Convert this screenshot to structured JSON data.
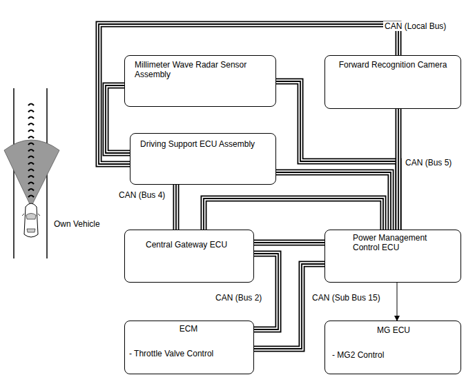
{
  "diagram": {
    "nodes": [
      {
        "text": [
          "Millimeter Wave Radar Sensor Assembly"
        ]
      },
      {
        "text": [
          "Forward Recognition Camera"
        ]
      },
      {
        "text": [
          "Driving Support ECU Assembly"
        ]
      },
      {
        "text": [
          "Central Gateway ECU"
        ]
      },
      {
        "text": [
          "Power Management Control ECU"
        ]
      },
      {
        "text": [
          "ECM",
          "- Throttle Valve Control"
        ]
      },
      {
        "text": [
          "MG ECU",
          "- MG2 Control"
        ]
      }
    ],
    "edges": [
      {
        "from": 2,
        "to": 0,
        "arrow": "none"
      },
      {
        "from": 2,
        "to": 1,
        "arrow": "none"
      },
      {
        "from": 0,
        "to": 4,
        "arrow": "none"
      },
      {
        "from": 1,
        "to": 4,
        "arrow": "none"
      },
      {
        "from": 2,
        "to": 4,
        "arrow": "none"
      },
      {
        "from": 3,
        "to": 4,
        "arrow": "none"
      },
      {
        "from": 2,
        "to": 3,
        "arrow": "none"
      },
      {
        "from": 3,
        "to": 4,
        "arrow": "none"
      },
      {
        "from": 3,
        "to": 5,
        "arrow": "none"
      },
      {
        "from": 4,
        "to": 5,
        "arrow": "none"
      },
      {
        "from": 4,
        "to": 6,
        "arrow": "to"
      }
    ],
    "labels": [
      "CAN (Local Bus)",
      "CAN (Bus 5)",
      "CAN (Bus 4)",
      "CAN (Bus 2)",
      "CAN (Sub Bus 15)",
      "Own Vehicle"
    ]
  }
}
